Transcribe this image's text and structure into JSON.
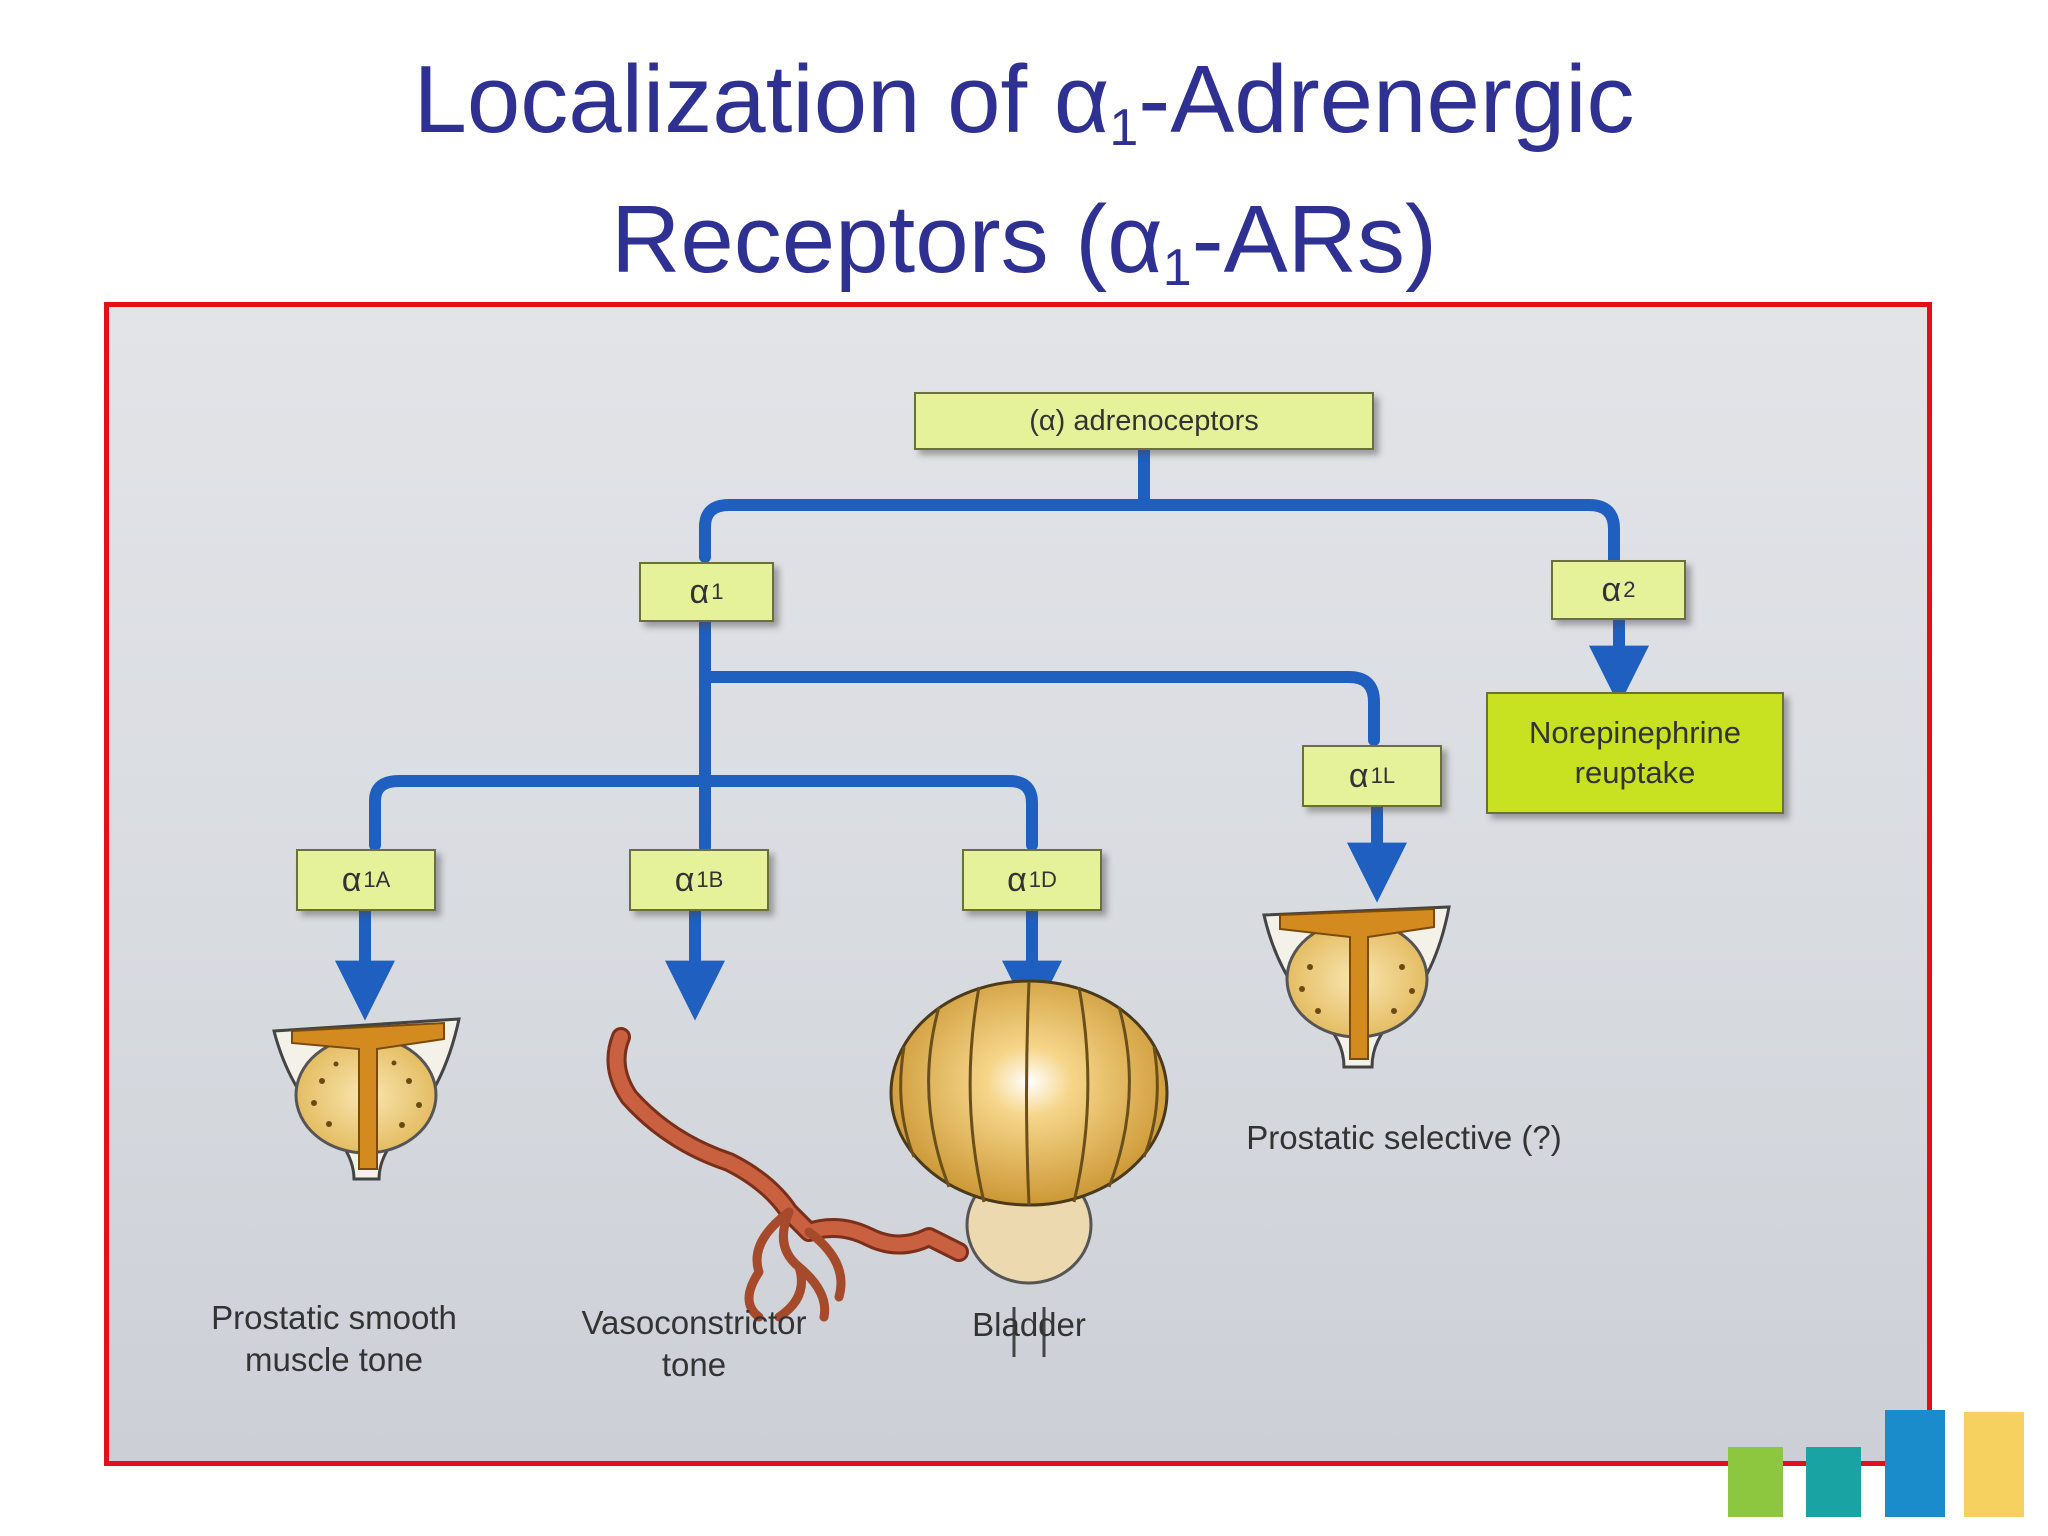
{
  "title": {
    "line1_prefix": "Localization of ",
    "line1_greek": "α",
    "line1_sub": "1",
    "line1_suffix": "-Adrenergic",
    "line2_prefix": "Receptors (",
    "line2_greek": "α",
    "line2_sub": "1",
    "line2_suffix": "-ARs)"
  },
  "diagram": {
    "root": "(α) adrenoceptors",
    "alpha1": {
      "greek": "α",
      "sub": "1"
    },
    "alpha2": {
      "greek": "α",
      "sub": "2"
    },
    "alpha1L": {
      "greek": "α",
      "sub": "1L"
    },
    "alpha1A": {
      "greek": "α",
      "sub": "1A"
    },
    "alpha1B": {
      "greek": "α",
      "sub": "1B"
    },
    "alpha1D": {
      "greek": "α",
      "sub": "1D"
    },
    "norepinephrine_line1": "Norepinephrine",
    "norepinephrine_line2": "reuptake",
    "label_1L": "Prostatic selective (?)",
    "label_1A_line1": "Prostatic smooth",
    "label_1A_line2": "muscle tone",
    "label_1B_line1": "Vasoconstrictor",
    "label_1B_line2": "tone",
    "label_1D": "Bladder"
  },
  "colors": {
    "title": "#2e3192",
    "frame": "#e3101a",
    "connector": "#1f5fc0",
    "box": "#e6f29a",
    "box_highlight": "#c8e221"
  },
  "decor_squares": [
    "#8dc63f",
    "#1aa3a3",
    "#1a8ccc",
    "#f7d15f"
  ]
}
